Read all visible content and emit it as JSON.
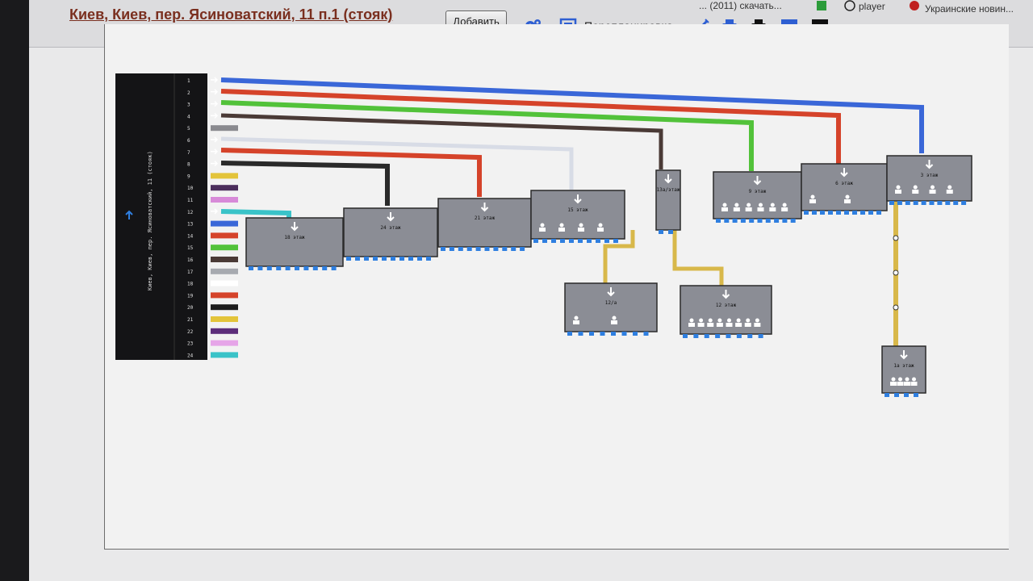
{
  "browser": {
    "tabs": [
      "... (2011) скачать...",
      "player",
      "Украинские новин..."
    ]
  },
  "toolbar": {
    "address_title": "Киев, Киев, пер. Ясиноватский, 11 п.1 (стояк)",
    "add_button": "Добавить",
    "replan_label": "Перепланировка",
    "icons": [
      "settings-icon",
      "replan-icon",
      "edit-icon",
      "print-color-icon",
      "print-icon",
      "image-color-icon",
      "image-icon"
    ]
  },
  "panel": {
    "vertical_label": "Киев, Киев, пер. Ясиноватский, 11 (стояк)",
    "port_numbers": [
      "1",
      "2",
      "3",
      "4",
      "5",
      "6",
      "7",
      "8",
      "9",
      "10",
      "11",
      "12",
      "13",
      "14",
      "15",
      "16",
      "17",
      "18",
      "19",
      "20",
      "21",
      "22",
      "23",
      "24"
    ],
    "port_colors": [
      "#3a67d8",
      "#d5432a",
      "#52c23a",
      "#4a3a36",
      "#8a8a8f",
      "#c8ccd6",
      "#d5432a",
      "#2a2a2a",
      "#e3c43a",
      "#4b2d5c",
      "#d78ad8",
      "#3ac3c8",
      "#3a67d8",
      "#d5432a",
      "#52c23a",
      "#4a3a36",
      "#a7aab0",
      "#ffffff",
      "#d5432a",
      "#1c1c1c",
      "#e3c43a",
      "#5c2d7a",
      "#e6a5e8",
      "#3ac3c8"
    ]
  },
  "switches": [
    {
      "label": "18 этаж",
      "users": 0,
      "ports": 10
    },
    {
      "label": "24 этаж",
      "users": 0,
      "ports": 10
    },
    {
      "label": "21 этаж",
      "users": 0,
      "ports": 10
    },
    {
      "label": "15 этаж",
      "users": 4,
      "ports": 10
    },
    {
      "label": "13а/этаж",
      "users": 0,
      "ports": 2
    },
    {
      "label": "9 этаж",
      "users": 6,
      "ports": 10
    },
    {
      "label": "6 этаж",
      "users": 2,
      "ports": 10
    },
    {
      "label": "3 этаж",
      "users": 4,
      "ports": 10
    },
    {
      "label": "12/а",
      "users": 2,
      "ports": 8
    },
    {
      "label": "12 этаж",
      "users": 8,
      "ports": 8
    },
    {
      "label": "1а этаж",
      "users": 4,
      "ports": 4
    }
  ],
  "colors": {
    "blue": "#3a67d8",
    "red": "#d5432a",
    "green": "#52c23a",
    "brown": "#4a3a36",
    "white": "#d8dce6",
    "black": "#2a2a2a",
    "cyan": "#3ac3c8",
    "gold": "#d8b84a",
    "port": "#2f7fe0",
    "box": "#8b8d95"
  }
}
